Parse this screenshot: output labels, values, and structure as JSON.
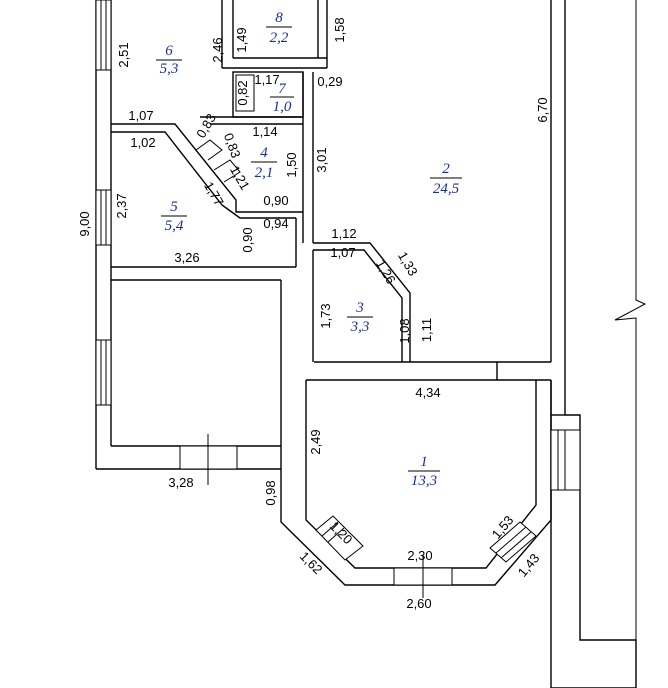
{
  "rooms": [
    {
      "number": "1",
      "area": "13,3"
    },
    {
      "number": "2",
      "area": "24,5"
    },
    {
      "number": "3",
      "area": "3,3"
    },
    {
      "number": "4",
      "area": "2,1"
    },
    {
      "number": "5",
      "area": "5,4"
    },
    {
      "number": "6",
      "area": "5,3"
    },
    {
      "number": "7",
      "area": "1,0"
    },
    {
      "number": "8",
      "area": "2,2"
    }
  ],
  "dimensions": {
    "r8_left": "1,49",
    "r8_right": "1,58",
    "r6_left": "2,51",
    "r6_right": "2,46",
    "r7_top": "1,17",
    "r7_left": "0,82",
    "r7_bottom": "1,14",
    "r7_right": "0,29",
    "c4_top": "1,07",
    "c4_a": "0,83",
    "c4_b": "0,83",
    "c4_c": "1,02",
    "r4_right": "1,50",
    "r4_d1": "1,21",
    "r4_d2": "1,77",
    "r4_bottom": "0,90",
    "r2_left": "3,01",
    "r2_right": "6,70",
    "r5_left": "2,37",
    "r5_r1": "0,90",
    "r5_r2": "0,94",
    "r5_bottom": "3,26",
    "total_left": "9,00",
    "r3_top1": "1,12",
    "r3_top2": "1,07",
    "r3_d1": "1,33",
    "r3_d2": "1,26",
    "r3_left": "1,73",
    "r3_r1": "1,08",
    "r3_r2": "1,11",
    "r1_top": "4,34",
    "r1_left": "2,49",
    "r1_dl": "1,20",
    "r1_dl2": "1,62",
    "r1_bottom": "2,30",
    "r1_bottom2": "2,60",
    "r1_dr": "1,53",
    "r1_dr2": "1,43",
    "lower_bottom": "3,28",
    "lower_side": "0,98"
  }
}
